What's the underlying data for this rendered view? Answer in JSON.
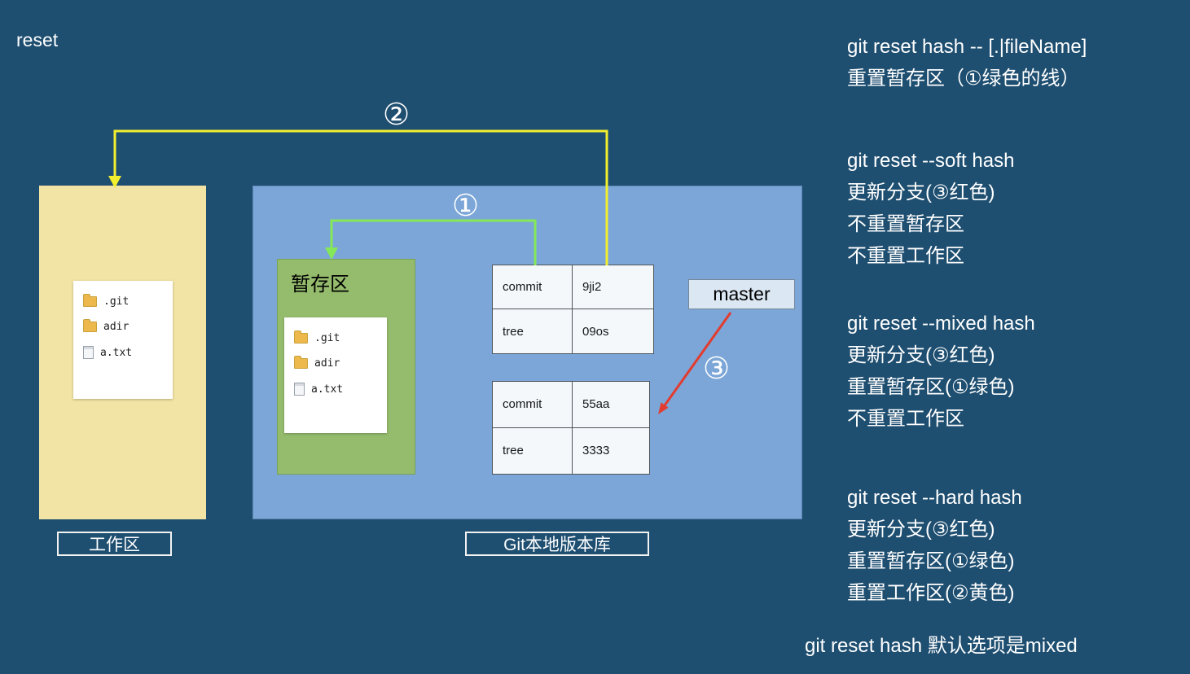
{
  "title": "reset",
  "colors": {
    "background": "#1e4e70",
    "working_box": "#f2e4a4",
    "repo_box": "#7ba6d7",
    "staging_box": "#95bc6d",
    "line_yellow": "#f2ef2f",
    "line_green": "#84e858",
    "arrow_red": "#e23c30",
    "master_bg": "#dbe7f3"
  },
  "working_area": {
    "label": "工作区",
    "files": [
      {
        "name": ".git",
        "type": "folder"
      },
      {
        "name": "adir",
        "type": "folder"
      },
      {
        "name": "a.txt",
        "type": "file"
      }
    ]
  },
  "repository": {
    "label": "Git本地版本库",
    "staging": {
      "label": "暂存区",
      "files": [
        {
          "name": ".git",
          "type": "folder"
        },
        {
          "name": "adir",
          "type": "folder"
        },
        {
          "name": "a.txt",
          "type": "file"
        }
      ]
    },
    "tables": [
      {
        "rows": [
          {
            "key": "commit",
            "value": "9ji2"
          },
          {
            "key": "tree",
            "value": "09os"
          }
        ]
      },
      {
        "rows": [
          {
            "key": "commit",
            "value": "55aa"
          },
          {
            "key": "tree",
            "value": "3333"
          }
        ]
      }
    ],
    "branch": {
      "label": "master"
    }
  },
  "markers": {
    "one": "①",
    "two": "②",
    "three": "③"
  },
  "notes": [
    {
      "lines": [
        "git reset hash -- [.|fileName]",
        "重置暂存区（①绿色的线）"
      ]
    },
    {
      "lines": [
        "git reset --soft hash",
        "更新分支(③红色)",
        "不重置暂存区",
        "不重置工作区"
      ]
    },
    {
      "lines": [
        "git reset --mixed hash",
        "更新分支(③红色)",
        "重置暂存区(①绿色)",
        "不重置工作区"
      ]
    },
    {
      "lines": [
        "git reset --hard hash",
        "更新分支(③红色)",
        "重置暂存区(①绿色)",
        "重置工作区(②黄色)"
      ]
    }
  ],
  "footer": "git reset hash 默认选项是mixed"
}
